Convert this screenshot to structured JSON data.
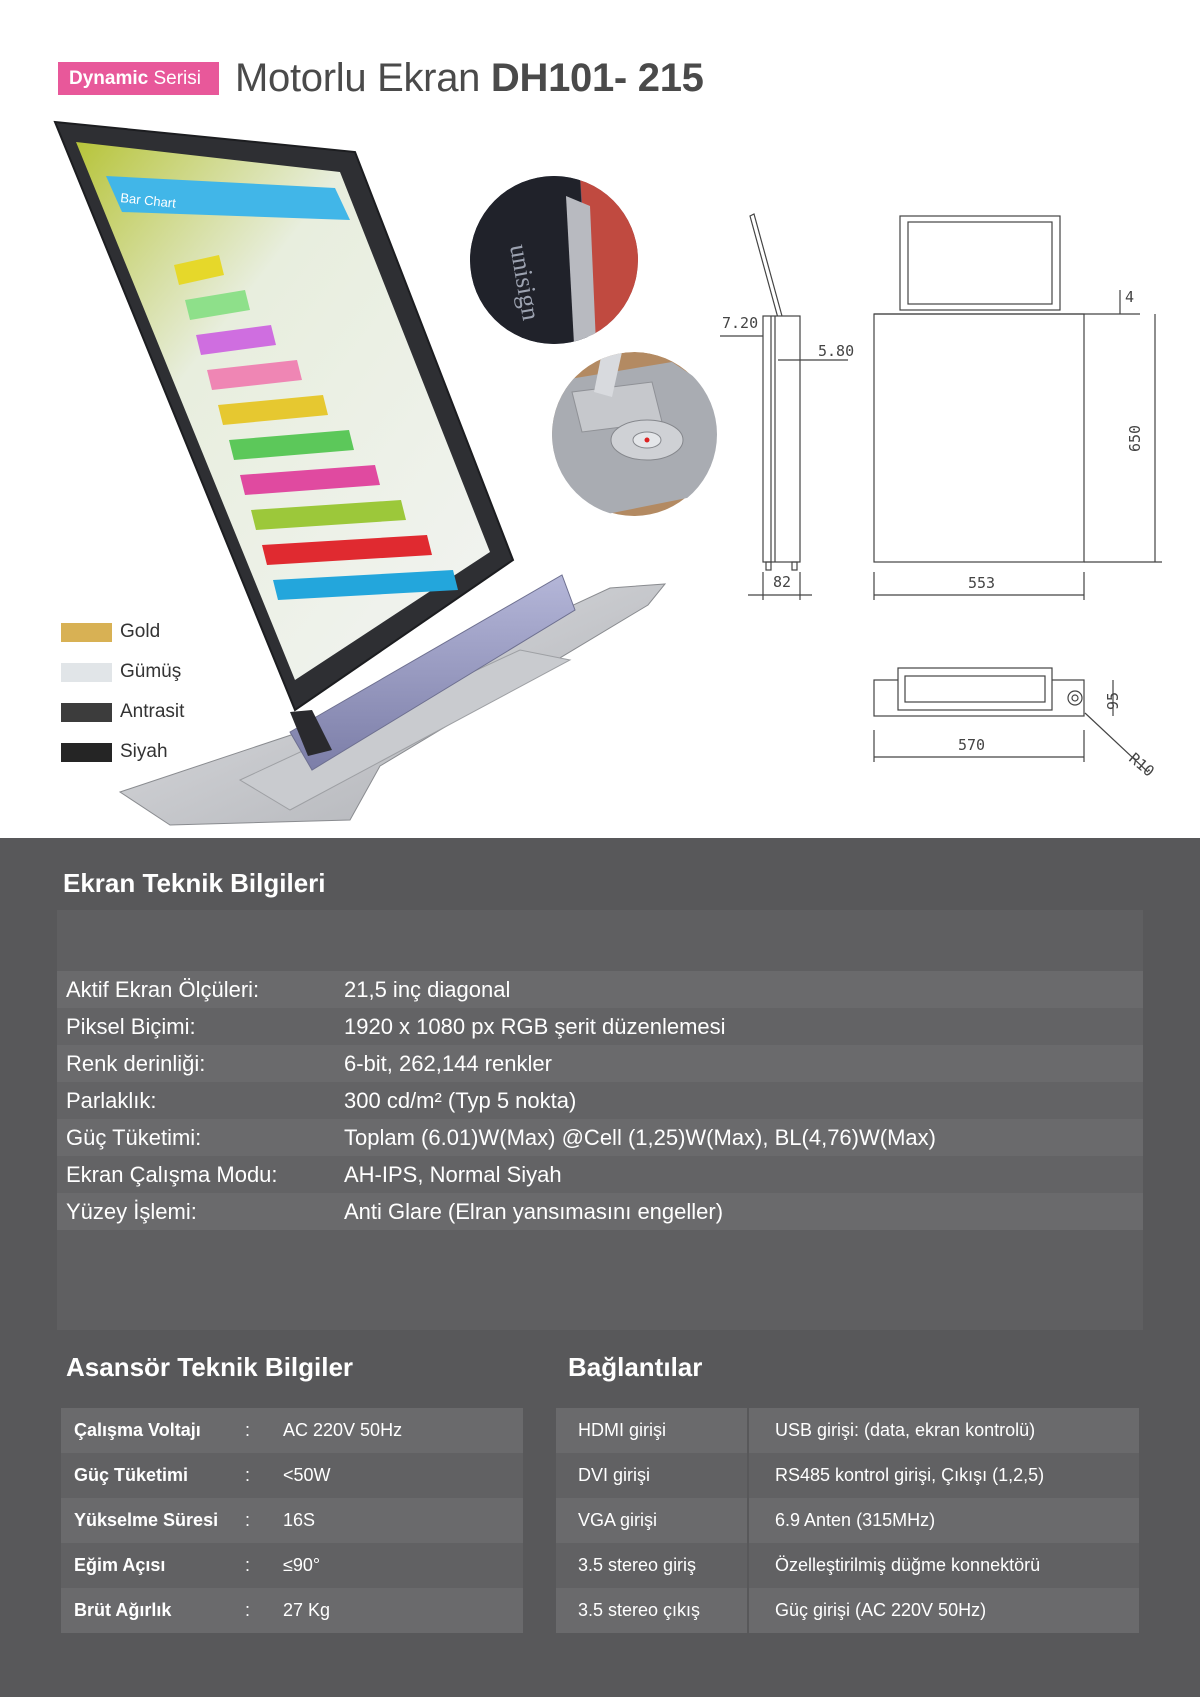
{
  "header": {
    "badge_bold": "Dynamic",
    "badge_rest": " Serisi",
    "title_prefix": "Motorlu Ekran ",
    "title_model": "DH101- 215"
  },
  "screen_content": {
    "chart_title": "Bar Chart",
    "bar_colors": [
      "#e6d82a",
      "#8ee08a",
      "#cf6ee0",
      "#ef86b4",
      "#e6c830",
      "#5cc85a",
      "#e04aa0",
      "#9cc83a",
      "#e02a30",
      "#23a6dc"
    ]
  },
  "brand_mark": "unisign",
  "colors": {
    "title": "Renk seçenekleri",
    "items": [
      {
        "label": "Gold",
        "color": "#d8b154"
      },
      {
        "label": "Gümüş",
        "color": "#e1e5e8"
      },
      {
        "label": "Antrasit",
        "color": "#3c3c3c"
      },
      {
        "label": "Siyah",
        "color": "#252525"
      }
    ]
  },
  "dimensions": {
    "side_top": "7.20",
    "side_right": "5.80",
    "side_bottom": "82",
    "front_top": "4",
    "front_height": "650",
    "front_width": "553",
    "top_height": "95",
    "top_width": "570",
    "radius": "R10"
  },
  "screen_specs": {
    "title": "Ekran Teknik Bilgileri",
    "rows": [
      {
        "key": "Aktif Ekran Ölçüleri:",
        "value": "21,5 inç diagonal"
      },
      {
        "key": "Piksel Biçimi:",
        "value": "1920 x 1080 px RGB şerit düzenlemesi"
      },
      {
        "key": "Renk derinliği:",
        "value": "6-bit, 262,144 renkler"
      },
      {
        "key": "Parlaklık:",
        "value": "300 cd/m² (Typ 5 nokta)"
      },
      {
        "key": "Güç Tüketimi:",
        "value": "Toplam (6.01)W(Max) @Cell (1,25)W(Max), BL(4,76)W(Max)"
      },
      {
        "key": "Ekran Çalışma Modu:",
        "value": "AH-IPS, Normal Siyah"
      },
      {
        "key": "Yüzey İşlemi:",
        "value": "Anti Glare (Elran yansımasını engeller)"
      }
    ]
  },
  "lift_specs": {
    "title": "Asansör Teknik Bilgiler",
    "rows": [
      {
        "key": "Çalışma Voltajı",
        "sep": ":",
        "value": "AC 220V 50Hz"
      },
      {
        "key": "Güç Tüketimi",
        "sep": ":",
        "value": "<50W"
      },
      {
        "key": "Yükselme Süresi",
        "sep": ":",
        "value": "16S"
      },
      {
        "key": "Eğim Açısı",
        "sep": ":",
        "value": "≤90°"
      },
      {
        "key": "Brüt Ağırlık",
        "sep": ":",
        "value": "27 Kg"
      }
    ]
  },
  "connections": {
    "title": "Bağlantılar",
    "rows": [
      {
        "left": "HDMI girişi",
        "right": "USB girişi: (data, ekran kontrolü)"
      },
      {
        "left": "DVI girişi",
        "right": "RS485 kontrol girişi, Çıkışı (1,2,5)"
      },
      {
        "left": "VGA girişi",
        "right": "6.9 Anten (315MHz)"
      },
      {
        "left": "3.5 stereo giriş",
        "right": "Özelleştirilmiş düğme konnektörü"
      },
      {
        "left": "3.5 stereo çıkış",
        "right": "Güç girişi (AC 220V 50Hz)"
      }
    ]
  }
}
